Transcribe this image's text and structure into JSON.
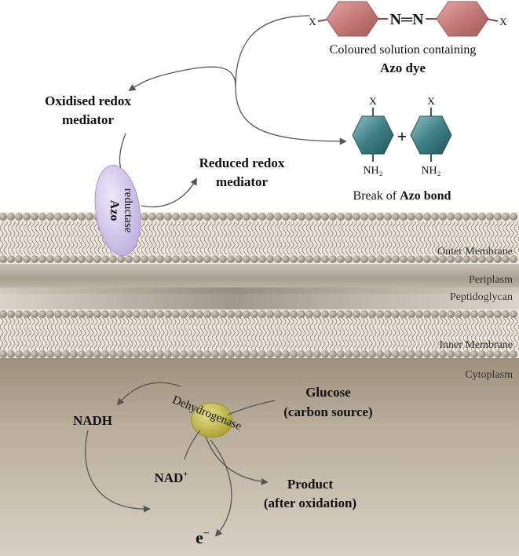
{
  "azo_dye": {
    "substituent_left": "X",
    "azo_linkage": "N═N",
    "substituent_right": "X",
    "caption_line1": "Coloured solution containing",
    "caption_line2": "Azo dye"
  },
  "break_products": {
    "left_substituent": "X",
    "right_substituent": "X",
    "left_amine": "NH₂",
    "right_amine": "NH₂",
    "plus": "+",
    "caption_prefix": "Break of ",
    "caption_bold": "Azo bond"
  },
  "redox": {
    "oxidised_line1": "Oxidised redox",
    "oxidised_line2": "mediator",
    "reduced_line1": "Reduced redox",
    "reduced_line2": "mediator"
  },
  "enzyme_azo_reductase": {
    "line1": "Azo",
    "line2": "reductase"
  },
  "layers": {
    "outer_membrane": "Outer Membrane",
    "periplasm": "Periplasm",
    "peptidoglycan": "Peptidoglycan",
    "inner_membrane": "Inner Membrane",
    "cytoplasm": "Cytoplasm"
  },
  "cytoplasm": {
    "dehydrogenase": "Dehydrogenase",
    "nadh": "NADH",
    "nad_base": "NAD",
    "nad_sup": "+",
    "glucose_line1": "Glucose",
    "glucose_line2": "(carbon source)",
    "product_line1": "Product",
    "product_line2": "(after oxidation)",
    "electron_base": "e",
    "electron_sup": "−"
  },
  "colors": {
    "azo_hexagon": "#c47a78",
    "amine_hexagon": "#3f7f86",
    "azo_reductase": "#cfc4e8",
    "dehydrogenase": "#c4b94a",
    "membrane_head": "#9a9383",
    "cytoplasm_fill": "#a79b88",
    "arrow": "#555555"
  }
}
